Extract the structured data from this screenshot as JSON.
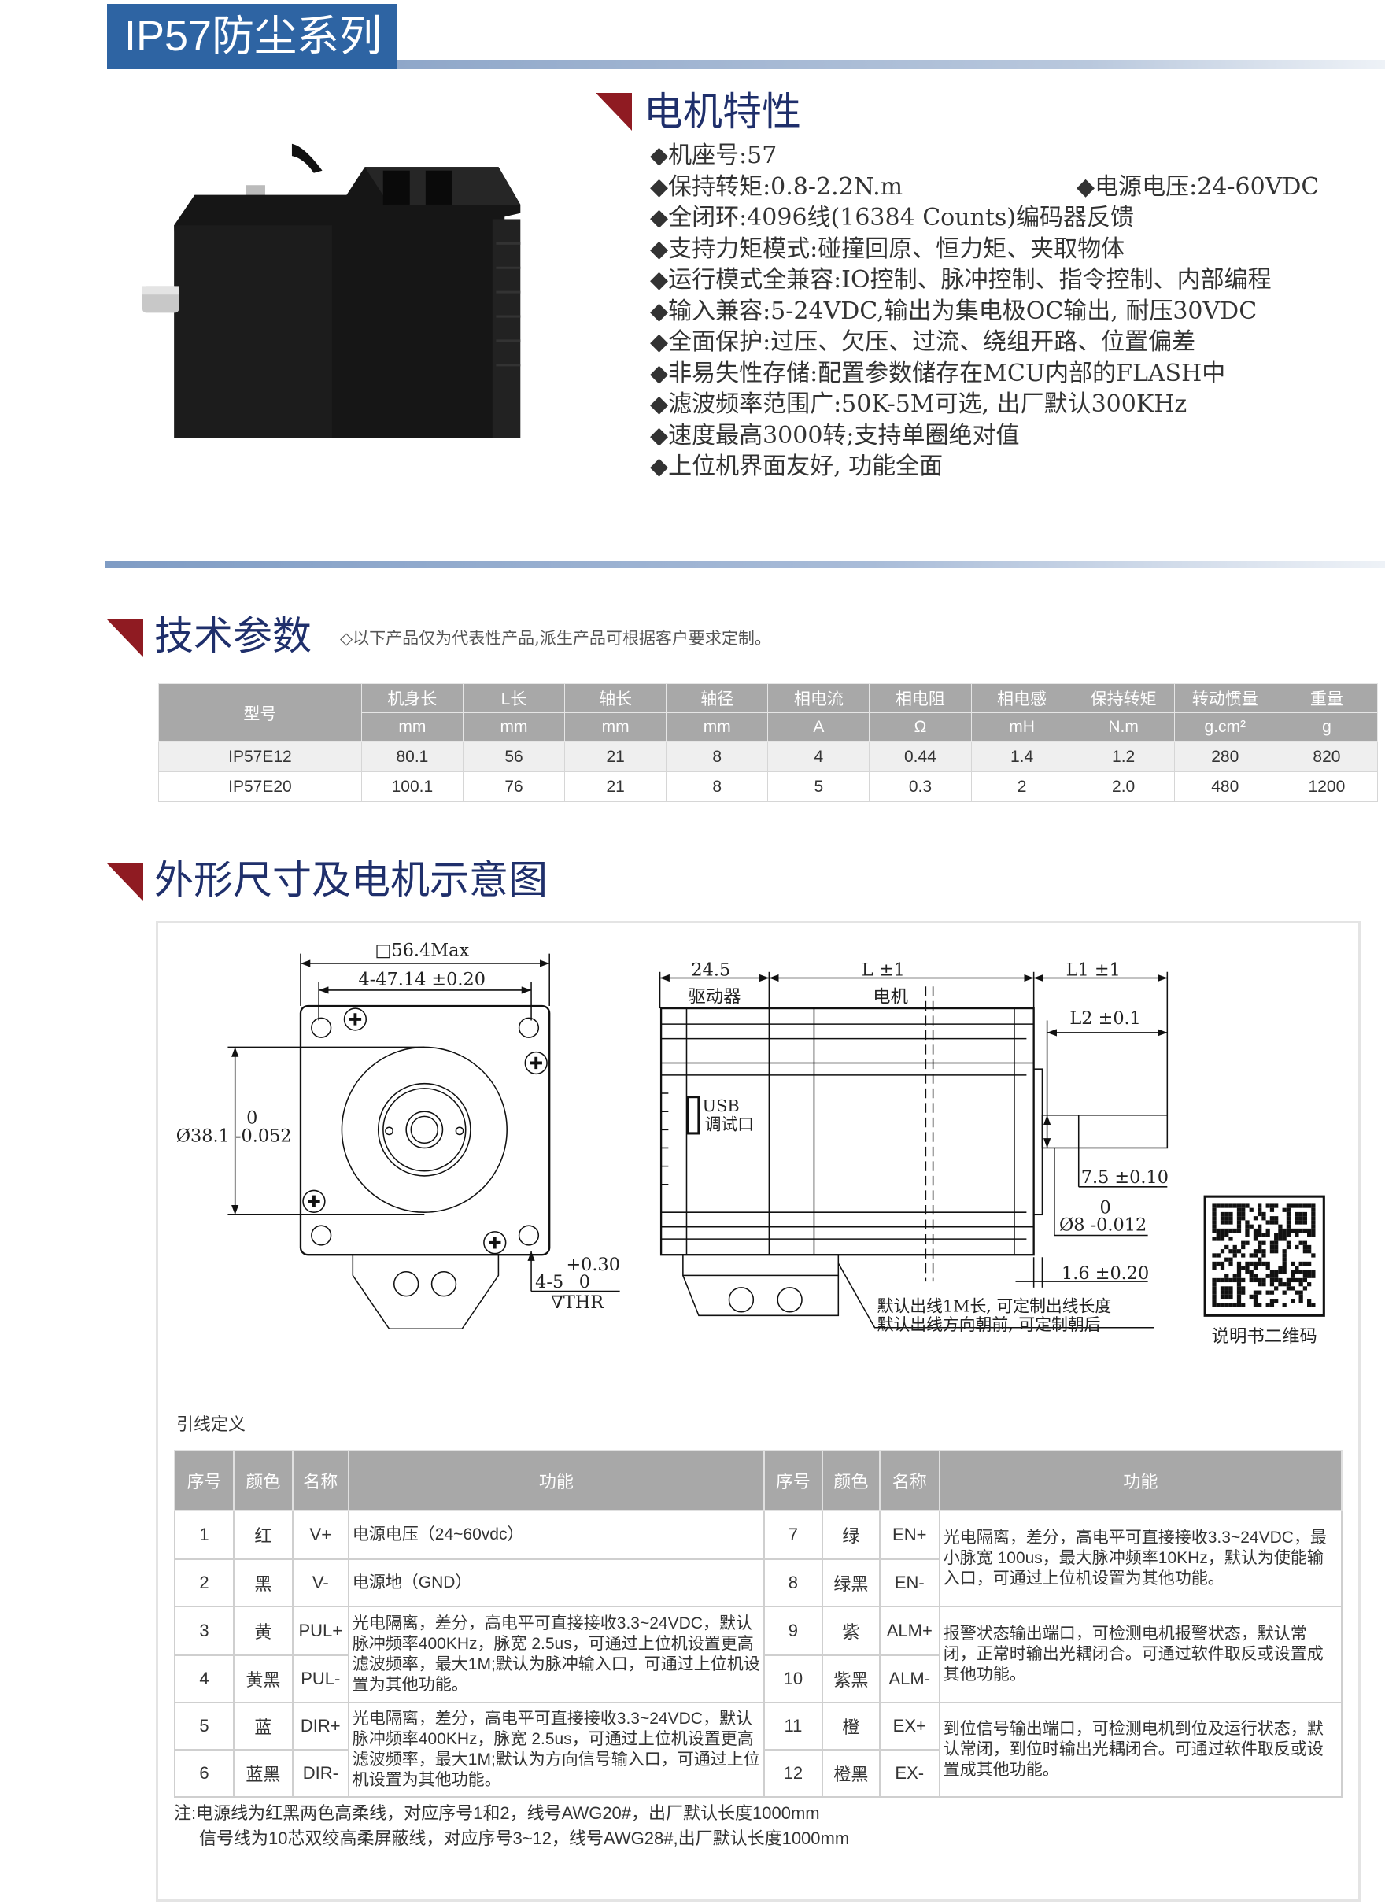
{
  "header": {
    "series_title": "IP57防尘系列"
  },
  "features": {
    "title": "电机特性",
    "items": [
      "◆机座号:57",
      "◆保持转矩:0.8-2.2N.m",
      "◆全闭环:4096线(16384 Counts)编码器反馈",
      "◆支持力矩模式:碰撞回原、恒力矩、夹取物体",
      "◆运行模式全兼容:IO控制、脉冲控制、指令控制、内部编程",
      "◆输入兼容:5-24VDC,输出为集电极OC输出, 耐压30VDC",
      "◆全面保护:过压、欠压、过流、绕组开路、位置偏差",
      "◆非易失性存储:配置参数储存在MCU内部的FLASH中",
      "◆滤波频率范围广:50K-5M可选, 出厂默认300KHz",
      "◆速度最高3000转;支持单圈绝对值",
      "◆上位机界面友好, 功能全面"
    ],
    "voltage": "◆电源电压:24-60VDC"
  },
  "specs": {
    "title": "技术参数",
    "note": "◇以下产品仅为代表性产品,派生产品可根据客户要求定制。",
    "model_header": "型号",
    "headers": [
      "机身长",
      "L长",
      "轴长",
      "轴径",
      "相电流",
      "相电阻",
      "相电感",
      "保持转矩",
      "转动惯量",
      "重量"
    ],
    "units": [
      "mm",
      "mm",
      "mm",
      "mm",
      "A",
      "Ω",
      "mH",
      "N.m",
      "g.cm²",
      "g"
    ],
    "rows": [
      {
        "model": "IP57E12",
        "values": [
          "80.1",
          "56",
          "21",
          "8",
          "4",
          "0.44",
          "1.4",
          "1.2",
          "280",
          "820"
        ]
      },
      {
        "model": "IP57E20",
        "values": [
          "100.1",
          "76",
          "21",
          "8",
          "5",
          "0.3",
          "2",
          "2.0",
          "480",
          "1200"
        ]
      }
    ]
  },
  "drawing": {
    "title": "外形尺寸及电机示意图",
    "front": {
      "square": "□56.4Max",
      "hole_pitch": "4-47.14 ±0.20",
      "pilot_upper": "0",
      "pilot": "Ø38.1 -0.052",
      "tol_upper": "+0.30",
      "hole": "4-5",
      "tol_lower": "0",
      "thr": "∇THR"
    },
    "side": {
      "d1": "24.5",
      "d2": "L ±1",
      "d3": "L1 ±1",
      "driver": "驱动器",
      "motor": "电机",
      "usb": "USB",
      "debug": "调试口",
      "l2": "L2 ±0.1",
      "flat": "7.5 ±0.10",
      "shaft_upper": "0",
      "shaft": "Ø8 -0.012",
      "flange": "1.6 ±0.20",
      "cable1": "默认出线1M长, 可定制出线长度",
      "cable2": "默认出线方向朝前, 可定制朝后"
    },
    "qr_label": "说明书二维码"
  },
  "pinout": {
    "label": "引线定义",
    "headers": {
      "no": "序号",
      "color": "颜色",
      "name": "名称",
      "func": "功能"
    },
    "pins": [
      {
        "no": "1",
        "color": "红",
        "name": "V+"
      },
      {
        "no": "2",
        "color": "黑",
        "name": "V-"
      },
      {
        "no": "3",
        "color": "黄",
        "name": "PUL+"
      },
      {
        "no": "4",
        "color": "黄黑",
        "name": "PUL-"
      },
      {
        "no": "5",
        "color": "蓝",
        "name": "DIR+"
      },
      {
        "no": "6",
        "color": "蓝黑",
        "name": "DIR-"
      },
      {
        "no": "7",
        "color": "绿",
        "name": "EN+"
      },
      {
        "no": "8",
        "color": "绿黑",
        "name": "EN-"
      },
      {
        "no": "9",
        "color": "紫",
        "name": "ALM+"
      },
      {
        "no": "10",
        "color": "紫黑",
        "name": "ALM-"
      },
      {
        "no": "11",
        "color": "橙",
        "name": "EX+"
      },
      {
        "no": "12",
        "color": "橙黑",
        "name": "EX-"
      }
    ],
    "functions": {
      "power": "电源电压（24~60vdc）",
      "gnd": "电源地（GND）",
      "pul": "光电隔离，差分，高电平可直接接收3.3~24VDC，默认脉冲频率400KHz，脉宽 2.5us，可通过上位机设置更高滤波频率，最大1M;默认为脉冲输入口，可通过上位机设置为其他功能。",
      "dir": "光电隔离，差分，高电平可直接接收3.3~24VDC，默认脉冲频率400KHz，脉宽 2.5us，可通过上位机设置更高滤波频率，最大1M;默认为方向信号输入口，可通过上位机设置为其他功能。",
      "en": "光电隔离，差分，高电平可直接接收3.3~24VDC，最小脉宽 100us，最大脉冲频率10KHz，默认为使能输入口，可通过上位机设置为其他功能。",
      "alm": "报警状态输出端口，可检测电机报警状态，默认常闭，正常时输出光耦闭合。可通过软件取反或设置成其他功能。",
      "ex": "到位信号输出端口，可检测电机到位及运行状态，默认常闭，到位时输出光耦闭合。可通过软件取反或设置成其他功能。"
    },
    "notes": [
      "注:电源线为红黑两色高柔线，对应序号1和2，线号AWG20#，出厂默认长度1000mm",
      "信号线为10芯双绞高柔屏蔽线，对应序号3~12，线号AWG28#,出厂默认长度1000mm"
    ]
  },
  "colors": {
    "brand_blue": "#2e64a3",
    "accent_red": "#8f1b22",
    "title_navy": "#1f2f6b",
    "table_header": "#a8a8a8"
  }
}
